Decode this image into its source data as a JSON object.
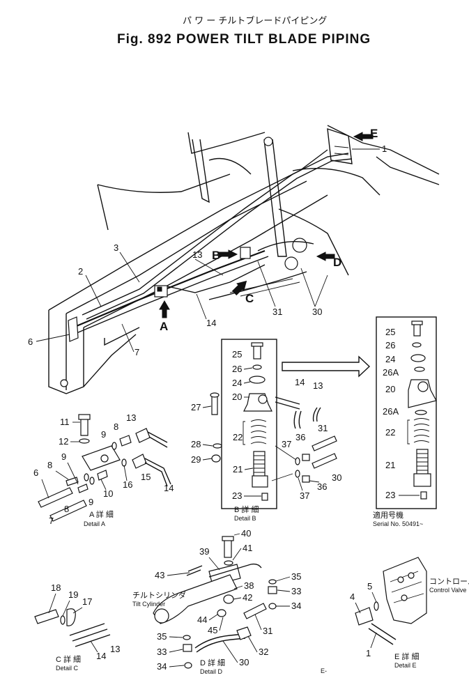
{
  "header": {
    "jp_title": "パ ワ ー チルトブレードパイピング",
    "title": "Fig. 892 POWER TILT BLADE PIPING"
  },
  "main_view": {
    "views": [
      "A",
      "B",
      "C",
      "D",
      "E"
    ],
    "parts": [
      "1",
      "2",
      "3",
      "6",
      "7",
      "13",
      "14",
      "31",
      "30"
    ]
  },
  "detail_a": {
    "jp": "A 詳 細",
    "caption": "Detail A",
    "parts": [
      "11",
      "12",
      "9",
      "8",
      "13",
      "8",
      "9",
      "6",
      "16",
      "15",
      "14",
      "10",
      "9",
      "8",
      "7"
    ]
  },
  "detail_b": {
    "jp": "B 詳 細",
    "caption": "Detail B",
    "parts": [
      "25",
      "26",
      "24",
      "27",
      "20",
      "14",
      "13",
      "22",
      "28",
      "29",
      "21",
      "23",
      "31",
      "37",
      "36",
      "30",
      "37",
      "36"
    ]
  },
  "serial_view": {
    "parts": [
      "25",
      "26",
      "24",
      "26A",
      "20",
      "26A",
      "22",
      "21",
      "23"
    ],
    "jp": "適用号機",
    "serial": "Serial No. 50491~"
  },
  "detail_c": {
    "jp": "C 詳 細",
    "caption": "Detail C",
    "parts": [
      "18",
      "19",
      "17",
      "13",
      "14"
    ]
  },
  "detail_d": {
    "jp": "D 詳 細",
    "caption": "Detail D",
    "cyl_jp": "チルトシリンダ",
    "cyl": "Tilt Cylinder",
    "parts": [
      "40",
      "39",
      "41",
      "43",
      "38",
      "42",
      "35",
      "33",
      "34",
      "44",
      "45",
      "31",
      "35",
      "33",
      "34",
      "32",
      "30"
    ]
  },
  "detail_e": {
    "jp": "E 詳 細",
    "caption": "Detail E",
    "cv_jp": "コントロールバルブ",
    "cv": "Control Valve",
    "parts": [
      "5",
      "4",
      "1"
    ]
  },
  "footer": {
    "mark": "E-"
  }
}
